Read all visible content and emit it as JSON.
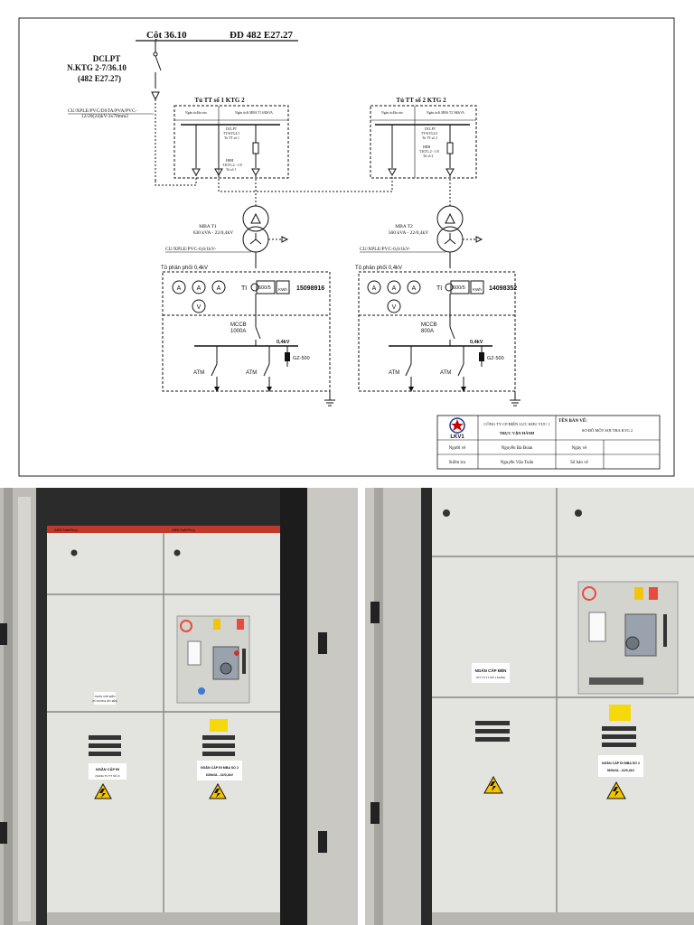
{
  "header": {
    "pole": "Cột 36.10",
    "line": "ĐD 482 E27.27",
    "disconnector": [
      "DCLPT",
      "N.KTG 2-7/36.10",
      "(482 E27.27)"
    ],
    "cable_in": [
      "CU/XPLE/PVC/DSTA/PVA/PVC-",
      "12/20(24)kV-3x70mm2"
    ]
  },
  "panels": [
    {
      "title": "Tủ TT số 1  KTG 2",
      "bay_in": "Ngăn tủ đầu vào",
      "bay_out": "Ngăn tủ đi MBA T1 630kVA",
      "dclpt": [
        "DCLPT",
        "TT-KTG2/1",
        "Tủ TT số 1"
      ],
      "fuse": [
        "HHH",
        "T.KTG.2 - 1/0",
        "Tủ số 1"
      ]
    },
    {
      "title": "Tủ TT số 2  KTG 2",
      "bay_in": "Ngăn tủ đầu vào",
      "bay_out": "Ngăn tủ đi MBA T2 560kVA",
      "dclpt": [
        "DCLPT",
        "TT-KTG2/2",
        "Tủ TT số 2"
      ],
      "fuse": [
        "HHH",
        "T.KTG.2 - 1/0",
        "Tủ số 2"
      ]
    }
  ],
  "transformers": [
    {
      "name": "MBA T1",
      "rating": "630 kVA - 22/0,4kV",
      "cable": "CU/XPLE/PVC-0,6/1kV-",
      "lv_panel": "Tủ phân phối 0,4kV",
      "ct": "600/5",
      "meter": "15098916",
      "mccb": [
        "MCCB",
        "1000A"
      ],
      "bus": "0,4kV",
      "arrester": "GZ-500",
      "atm": [
        "ATM",
        "ATM"
      ]
    },
    {
      "name": "MBA T2",
      "rating": "560 kVA - 22/0,4kV",
      "cable": "CU/XPLE/PVC-0,6/1kV-",
      "lv_panel": "Tủ phân phối 0,4kV",
      "ct": "600/5",
      "meter": "14098352",
      "mccb": [
        "MCCB",
        "800A"
      ],
      "bus": "0,4kV",
      "arrester": "GZ-500",
      "atm": [
        "ATM",
        "ATM"
      ]
    }
  ],
  "instruments": {
    "ammeter": "A",
    "voltmeter": "V",
    "ct_label": "TI",
    "kwh": "KWh"
  },
  "title_block": {
    "logo_text": "LKV1",
    "company": "CÔNG TY CP ĐIỆN LỰC KHU VỰC 1",
    "department": "TRỰC VẬN HÀNH",
    "drawing_label": "TÊN BẢN VẼ:",
    "drawing_name": "SƠ ĐỒ MỘT SỢI TBA KTG 2",
    "drawn_by_label": "Người vẽ",
    "drawn_by": "Nguyễn Bá Đoàn",
    "date_label": "Ngày vẽ",
    "checked_label": "Kiểm tra",
    "checked_by": "Nguyễn Văn Tuấn",
    "sheet_label": "Số bản vẽ"
  },
  "photo_left": {
    "top_labels": [
      "ABB SafeRing",
      "ABB SafeRing"
    ],
    "sign_small": "NGĂN CẤP ĐẾN",
    "sign_small_sub": "(TỪ ĐƯỜNG DÂY ĐẾN)",
    "sign_out_1": "NGĂN CẤP ĐI",
    "sign_out_1_sub": "(SANG TỦ TT SỐ 2)",
    "sign_out_2": "NGĂN CẤP ĐI MBA SỐ 2",
    "sign_out_2_sub": "630kVA - 22/0,4kV"
  },
  "photo_right": {
    "sign_in": "NGĂN CẤP ĐẾN",
    "sign_in_sub": "(TỪ TỦ TT SỐ 1 SANG)",
    "sign_out": "NGĂN CẤP ĐI MBA SỐ 2",
    "sign_out_sub": "560kVA - 22/0,4kV"
  },
  "colors": {
    "drawing_red": "#cc0000",
    "logo_blue": "#1a3a8f",
    "cabinet": "#e3e3df",
    "cabinet_top_red": "#c0392b"
  }
}
